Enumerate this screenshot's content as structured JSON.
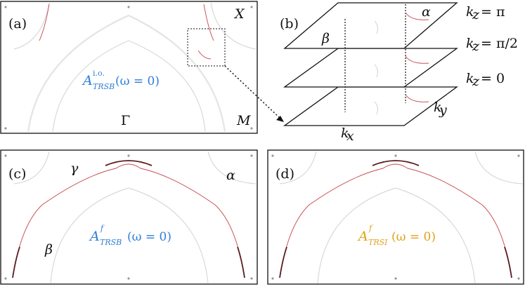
{
  "panel_a": {
    "tag": "(a)",
    "corner_x": "X",
    "corner_gamma": "Γ",
    "corner_m": "M",
    "formula": {
      "base": "A",
      "superscript": "i.o.",
      "subscript": "TRSB",
      "argument": "(ω = 0)"
    }
  },
  "panel_b": {
    "tag": "(b)",
    "kz_top": "k",
    "kz_top_sub": "z",
    "kz_top_value": "= π",
    "kz_mid": "k",
    "kz_mid_sub": "z",
    "kz_mid_value": "= π/2",
    "kz_bottom": "k",
    "kz_bottom_sub": "z",
    "kz_bottom_value": "= 0",
    "kx": "k",
    "kx_sub": "x",
    "ky": "k",
    "ky_sub": "y",
    "alpha": "α",
    "beta": "β"
  },
  "panel_c": {
    "tag": "(c)",
    "gamma": "γ",
    "alpha": "α",
    "beta": "β",
    "formula": {
      "base": "A",
      "superscript": "f",
      "subscript": "TRSB",
      "argument": "(ω = 0)"
    }
  },
  "panel_d": {
    "tag": "(d)",
    "formula": {
      "base": "A",
      "superscript": "f",
      "subscript": "TRSI",
      "argument": "(ω = 0)"
    }
  },
  "colors": {
    "formula_blue": "#2f7fd6",
    "formula_gold": "#e0a21a",
    "spectral_red": "#c44a50",
    "spectral_dark": "#5a1a1e"
  }
}
